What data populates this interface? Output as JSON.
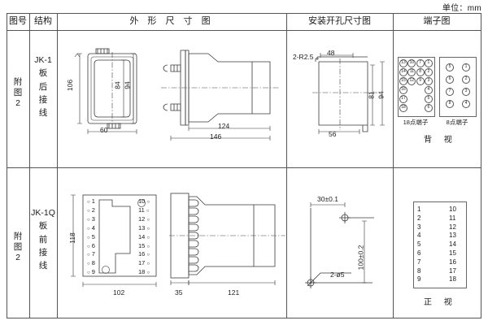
{
  "unit_note": "单位：mm",
  "table": {
    "headers": [
      {
        "key": "drawing_no",
        "label": "图号"
      },
      {
        "key": "structure",
        "label": "结构"
      },
      {
        "key": "outline",
        "label": "外 形 尺 寸 图"
      },
      {
        "key": "cutout",
        "label": "安装开孔尺寸图"
      },
      {
        "key": "terminal",
        "label": "端子图"
      }
    ],
    "rows": [
      {
        "drawing_no": [
          "附",
          "图",
          "2"
        ],
        "structure": [
          "JK-1",
          "板",
          "后",
          "接",
          "线"
        ],
        "outline_dims": {
          "height_overall": "106",
          "inner_height": "84",
          "flange_height": "94",
          "width": "60",
          "depth_body": "124",
          "depth_overall": "146"
        },
        "cutout_dims": {
          "corner_radius": "2-R2.5",
          "top_offset": "48",
          "inner_height": "81",
          "outer_height": "94",
          "width": "56"
        },
        "terminal": {
          "block_a_caption": "18点端子",
          "block_b_caption": "8点端子",
          "view_label": "背 视",
          "block_a_rows": [
            [
              "13",
              "10",
              "7",
              "1"
            ],
            [
              "14",
              "11",
              "8",
              "2"
            ],
            [
              "15",
              "12",
              "9",
              "3"
            ],
            [
              "16",
              "",
              "",
              "4"
            ],
            [
              "17",
              "",
              "",
              "5"
            ],
            [
              "18",
              "",
              "",
              "6"
            ]
          ],
          "block_b_rows": [
            [
              "5",
              "1"
            ],
            [
              "6",
              "2"
            ],
            [
              "7",
              "3"
            ],
            [
              "8",
              "4"
            ]
          ]
        }
      },
      {
        "drawing_no": [
          "附",
          "图",
          "2"
        ],
        "structure": [
          "JK-1Q",
          "板",
          "前",
          "接",
          "线"
        ],
        "outline_dims": {
          "height_overall": "118",
          "width": "102",
          "flange_depth": "35",
          "body_depth": "121"
        },
        "front_pins_left": [
          "1",
          "2",
          "3",
          "4",
          "5",
          "6",
          "7",
          "8",
          "9"
        ],
        "front_pins_right": [
          "10",
          "11",
          "12",
          "13",
          "14",
          "15",
          "16",
          "17",
          "18"
        ],
        "cutout_dims": {
          "horizontal": "30±0.1",
          "vertical": "100±0.2",
          "holes": "2-ø5"
        },
        "terminal": {
          "view_label": "正 视",
          "left_col": [
            "1",
            "2",
            "3",
            "4",
            "5",
            "6",
            "7",
            "8",
            "9"
          ],
          "right_col": [
            "10",
            "11",
            "12",
            "13",
            "14",
            "15",
            "16",
            "17",
            "18"
          ]
        }
      }
    ]
  }
}
